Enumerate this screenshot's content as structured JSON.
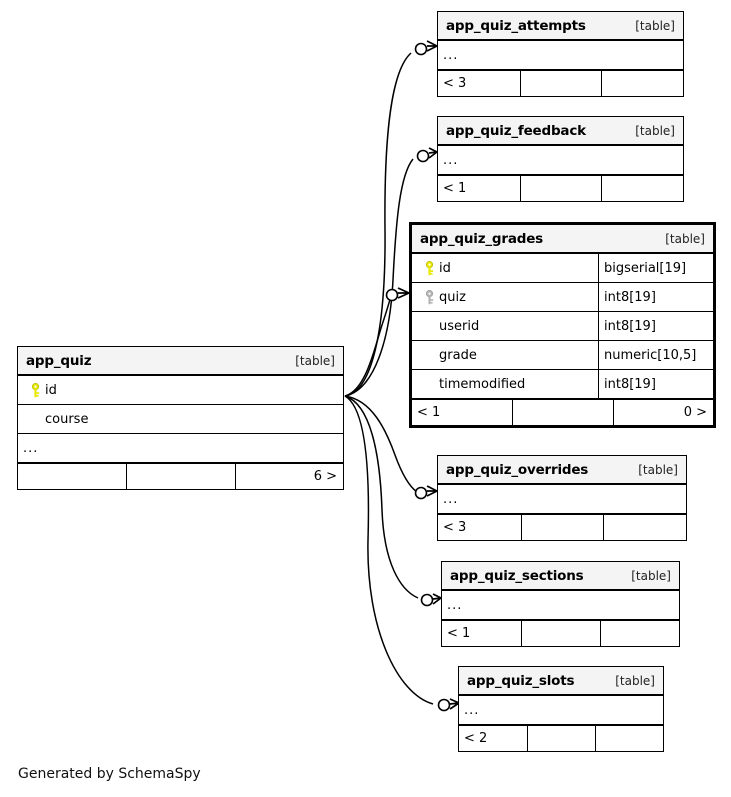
{
  "diagram": {
    "generator_note": "Generated by SchemaSpy",
    "kind_label": "[table]",
    "ellipsis": "...",
    "colors": {
      "pk_key": "#e8e800",
      "fk_key": "#b4b4b4",
      "header_bg": "#f4f4f4",
      "border": "#000000",
      "edge": "#000000",
      "background": "#ffffff"
    }
  },
  "tables": {
    "app_quiz": {
      "name": "app_quiz",
      "kind": "[table]",
      "columns": [
        {
          "name": "id",
          "key": "pk",
          "type": ""
        },
        {
          "name": "course",
          "key": "none",
          "type": ""
        }
      ],
      "has_ellipsis_row": true,
      "ellipsis": "...",
      "footer": {
        "left": "",
        "mid": "",
        "right": "6 >"
      }
    },
    "app_quiz_attempts": {
      "name": "app_quiz_attempts",
      "kind": "[table]",
      "columns": [],
      "has_ellipsis_row": true,
      "ellipsis": "...",
      "footer": {
        "left": "< 3",
        "mid": "",
        "right": ""
      }
    },
    "app_quiz_feedback": {
      "name": "app_quiz_feedback",
      "kind": "[table]",
      "columns": [],
      "has_ellipsis_row": true,
      "ellipsis": "...",
      "footer": {
        "left": "< 1",
        "mid": "",
        "right": ""
      }
    },
    "app_quiz_grades": {
      "name": "app_quiz_grades",
      "kind": "[table]",
      "emphasized": true,
      "columns": [
        {
          "name": "id",
          "key": "pk",
          "type": "bigserial[19]"
        },
        {
          "name": "quiz",
          "key": "fk",
          "type": "int8[19]"
        },
        {
          "name": "userid",
          "key": "none",
          "type": "int8[19]"
        },
        {
          "name": "grade",
          "key": "none",
          "type": "numeric[10,5]"
        },
        {
          "name": "timemodified",
          "key": "none",
          "type": "int8[19]"
        }
      ],
      "has_ellipsis_row": false,
      "footer": {
        "left": "< 1",
        "mid": "",
        "right": "0 >"
      }
    },
    "app_quiz_overrides": {
      "name": "app_quiz_overrides",
      "kind": "[table]",
      "columns": [],
      "has_ellipsis_row": true,
      "ellipsis": "...",
      "footer": {
        "left": "< 3",
        "mid": "",
        "right": ""
      }
    },
    "app_quiz_sections": {
      "name": "app_quiz_sections",
      "kind": "[table]",
      "columns": [],
      "has_ellipsis_row": true,
      "ellipsis": "...",
      "footer": {
        "left": "< 1",
        "mid": "",
        "right": ""
      }
    },
    "app_quiz_slots": {
      "name": "app_quiz_slots",
      "kind": "[table]",
      "columns": [],
      "has_ellipsis_row": true,
      "ellipsis": "...",
      "footer": {
        "left": "< 2",
        "mid": "",
        "right": ""
      }
    }
  },
  "relationships": [
    {
      "from": "app_quiz",
      "to": "app_quiz_attempts",
      "cardinality": "zero-or-more"
    },
    {
      "from": "app_quiz",
      "to": "app_quiz_feedback",
      "cardinality": "zero-or-more"
    },
    {
      "from": "app_quiz",
      "to": "app_quiz_grades",
      "cardinality": "zero-or-more"
    },
    {
      "from": "app_quiz",
      "to": "app_quiz_overrides",
      "cardinality": "zero-or-more"
    },
    {
      "from": "app_quiz",
      "to": "app_quiz_sections",
      "cardinality": "zero-or-more"
    },
    {
      "from": "app_quiz",
      "to": "app_quiz_slots",
      "cardinality": "zero-or-more"
    }
  ]
}
